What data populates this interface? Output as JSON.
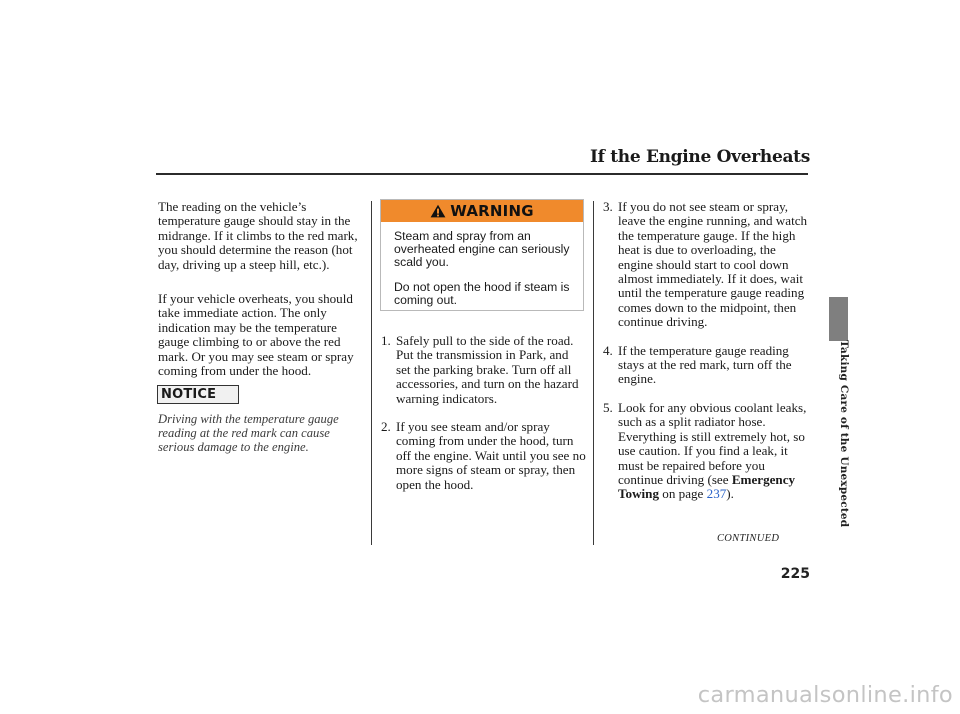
{
  "page": {
    "title": "If the Engine Overheats",
    "side_label": "Taking Care of the Unexpected",
    "page_number": "225",
    "continued": "CONTINUED",
    "watermark": "carmanualsonline.info"
  },
  "left_column": {
    "paragraph_1": "The reading on the vehicle’s temperature gauge should stay in the midrange. If it climbs to the red mark, you should determine the reason (hot day, driving up a steep hill, etc.).",
    "paragraph_2": "If your vehicle overheats, you should take immediate action. The only indication may be the temperature gauge climbing to or above the red mark. Or you may see steam or spray coming from under the hood.",
    "notice_label": "NOTICE",
    "notice_text": "Driving with the temperature gauge reading at the red mark can cause serious damage to the engine."
  },
  "warning": {
    "label": "WARNING",
    "text_1": "Steam and spray from an overheated engine can seriously scald you.",
    "text_2": "Do not open the hood if steam is coming out.",
    "header_color": "#f08a2c"
  },
  "steps": [
    {
      "number": "1.",
      "text": "Safely pull to the side of the road. Put the transmission in Park, and set the parking brake. Turn off all accessories, and turn on the hazard warning indicators."
    },
    {
      "number": "2.",
      "text": "If you see steam and/or spray coming from under the hood, turn off the engine. Wait until you see no more signs of steam or spray, then open the hood."
    },
    {
      "number": "3.",
      "text": "If you do not see steam or spray, leave the engine running, and watch the temperature gauge. If the high heat is due to overloading, the engine should start to cool down almost immediately. If it does, wait until the temperature gauge reading comes down to the midpoint, then continue driving."
    },
    {
      "number": "4.",
      "text": "If the temperature gauge reading stays at the red mark, turn off the engine."
    },
    {
      "number": "5.",
      "text": "Look for any obvious coolant leaks, such as a split radiator hose. Everything is still extremely hot, so use caution. If you find a leak, it must be repaired before you continue driving (see ",
      "ref_bold": "Emergency Towing",
      "ref_mid": " on page ",
      "ref_page": "237",
      "ref_end": ")."
    }
  ],
  "colors": {
    "link": "#2a63c9",
    "side_tab": "#7f7f7f"
  }
}
